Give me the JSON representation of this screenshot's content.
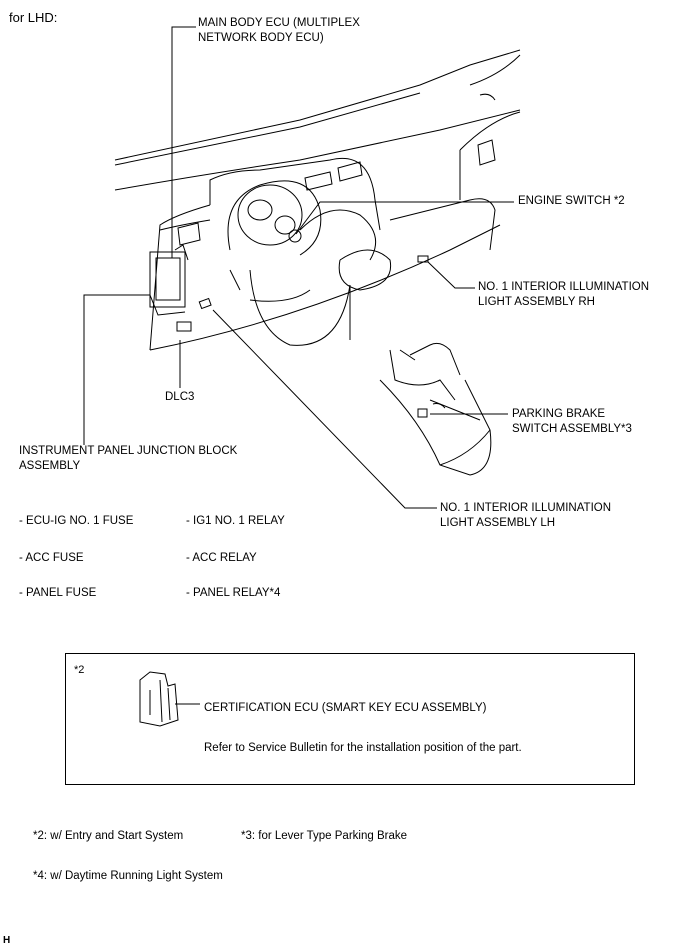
{
  "header": {
    "title": "for LHD:"
  },
  "labels": {
    "main_body_ecu_1": "MAIN BODY ECU (MULTIPLEX",
    "main_body_ecu_2": "NETWORK BODY ECU)",
    "engine_switch": "ENGINE SWITCH *2",
    "illum_rh_1": "NO. 1 INTERIOR ILLUMINATION",
    "illum_rh_2": "LIGHT ASSEMBLY RH",
    "dlc3": "DLC3",
    "parking_1": "PARKING BRAKE",
    "parking_2": "SWITCH ASSEMBLY*3",
    "ipjb_1": "INSTRUMENT PANEL JUNCTION BLOCK",
    "ipjb_2": "ASSEMBLY",
    "illum_lh_1": "NO. 1 INTERIOR ILLUMINATION",
    "illum_lh_2": "LIGHT ASSEMBLY LH"
  },
  "junction_items": {
    "col1": [
      "- ECU-IG NO. 1 FUSE",
      "- ACC FUSE",
      "- PANEL FUSE"
    ],
    "col2": [
      "- IG1 NO. 1 RELAY",
      "- ACC RELAY",
      "- PANEL RELAY*4"
    ]
  },
  "inset": {
    "marker": "*2",
    "label": "CERTIFICATION ECU (SMART KEY ECU ASSEMBLY)",
    "note": "Refer to Service Bulletin for the installation position of the part."
  },
  "footnotes": {
    "fn2": "*2: w/ Entry and Start System",
    "fn3": "*3: for Lever Type Parking Brake",
    "fn4": "*4: w/ Daytime Running Light System"
  },
  "corner_mark": "H"
}
